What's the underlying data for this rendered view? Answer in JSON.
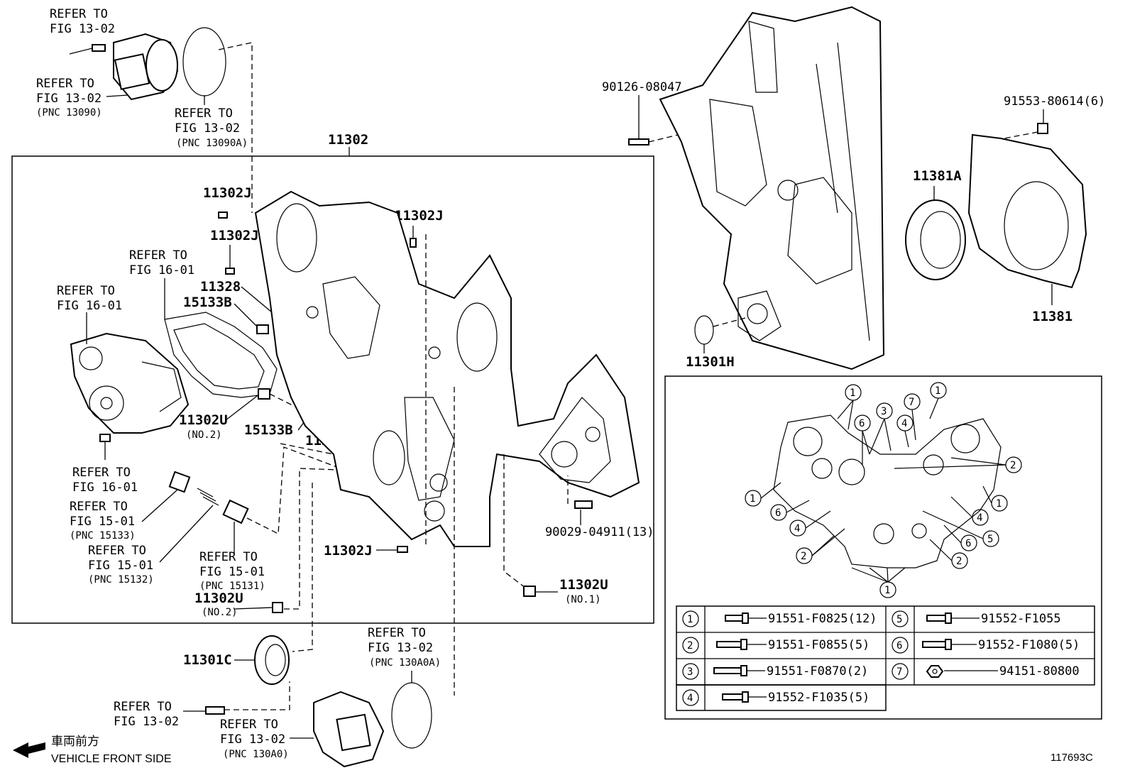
{
  "refer": {
    "r1_a": "REFER TO",
    "r1_b": "FIG 13-02",
    "r2_a": "REFER TO",
    "r2_b": "FIG 13-02",
    "r2_c": "(PNC 13090)",
    "r3_a": "REFER TO",
    "r3_b": "FIG 13-02",
    "r3_c": "(PNC 13090A)",
    "r4_a": "REFER TO",
    "r4_b": "FIG 16-01",
    "r5_a": "REFER TO",
    "r5_b": "FIG 16-01",
    "r6_a": "REFER TO",
    "r6_b": "FIG 16-01",
    "r7_a": "REFER TO",
    "r7_b": "FIG 15-01",
    "r7_c": "(PNC 15133)",
    "r8_a": "REFER TO",
    "r8_b": "FIG 15-01",
    "r8_c": "(PNC 15132)",
    "r9_a": "REFER TO",
    "r9_b": "FIG 15-01",
    "r9_c": "(PNC 15131)",
    "r10_a": "REFER TO",
    "r10_b": "FIG 13-02",
    "r11_a": "REFER TO",
    "r11_b": "FIG 13-02",
    "r11_c": "(PNC 130A0)",
    "r12_a": "REFER TO",
    "r12_b": "FIG 13-02",
    "r12_c": "(PNC 130A0A)"
  },
  "parts": {
    "p11302": "11302",
    "p11302J_1": "11302J",
    "p11302J_2": "11302J",
    "p11302J_3": "11302J",
    "p11302J_4": "11302J",
    "p11328_1": "11328",
    "p11328_2": "11328",
    "p15133B_1": "15133B",
    "p15133B_2": "15133B",
    "p11302U_1": "11302U",
    "p11302U_1n": "(NO.2)",
    "p11302U_2": "11302U",
    "p11302U_2n": "(NO.2)",
    "p11302U_3": "11302U",
    "p11302U_3n": "(NO.1)",
    "p90029": "90029-04911(13)",
    "p11301C": "11301C",
    "p90126": "90126-08047",
    "p91553": "91553-80614(6)",
    "p11381A": "11381A",
    "p11381": "11381",
    "p11301H": "11301H"
  },
  "front": {
    "jp": "車両前方",
    "en": "VEHICLE FRONT SIDE"
  },
  "figure_id": "117693C",
  "callouts": [
    "1",
    "2",
    "3",
    "4",
    "5",
    "6",
    "7"
  ],
  "legend": [
    {
      "num": "1",
      "part": "91551-F0825(12)"
    },
    {
      "num": "2",
      "part": "91551-F0855(5)"
    },
    {
      "num": "3",
      "part": "91551-F0870(2)"
    },
    {
      "num": "4",
      "part": "91552-F1035(5)"
    },
    {
      "num": "5",
      "part": "91552-F1055"
    },
    {
      "num": "6",
      "part": "91552-F1080(5)"
    },
    {
      "num": "7",
      "part": "94151-80800"
    }
  ]
}
